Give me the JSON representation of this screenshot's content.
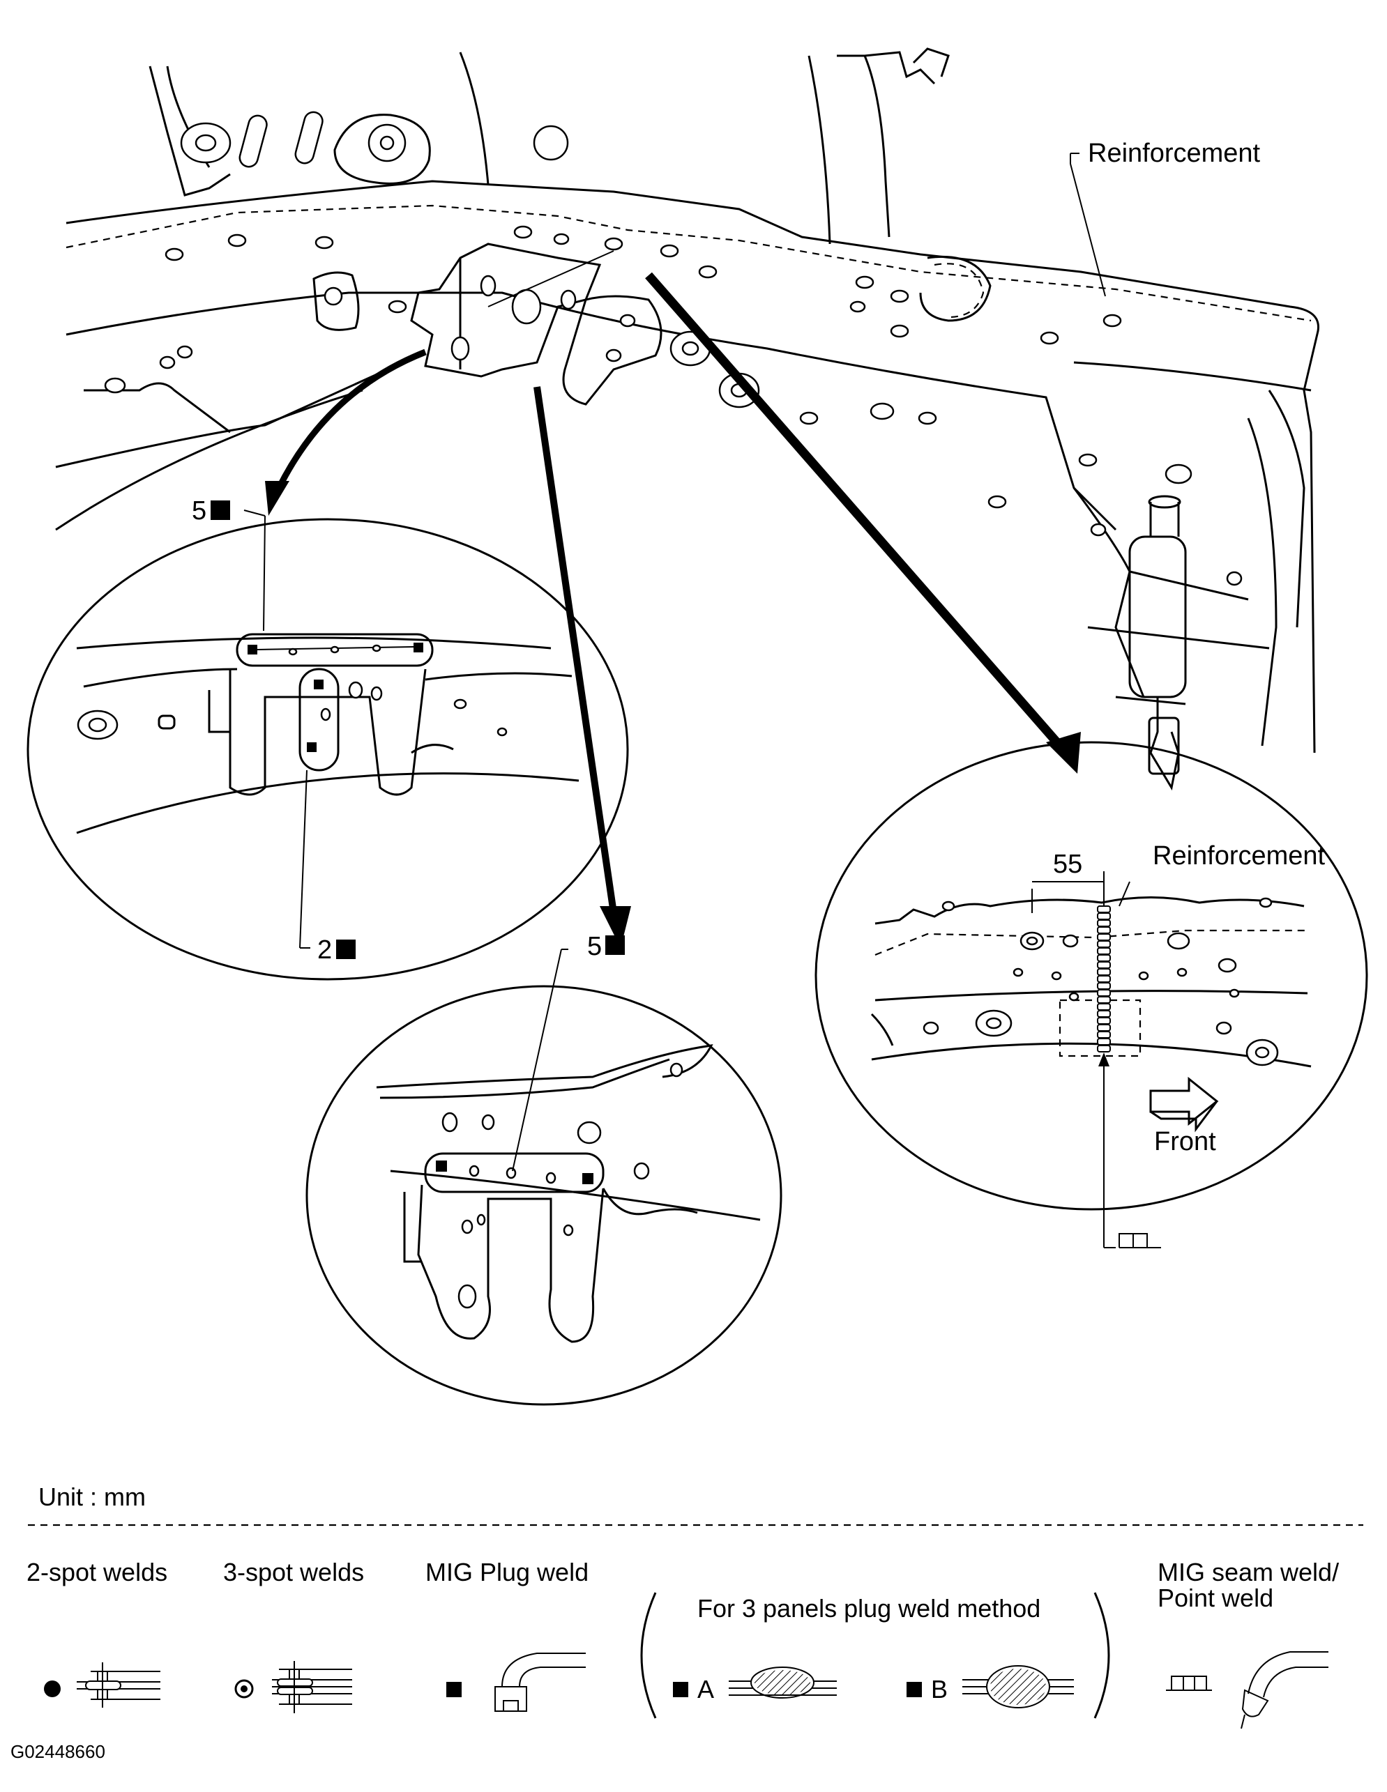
{
  "labels": {
    "reinforcement_main": "Reinforcement",
    "reinforcement_detail": "Reinforcement",
    "dimension_55": "55",
    "front": "Front",
    "callout_5_left": "5",
    "callout_2_left": "2",
    "callout_5_center": "5"
  },
  "legend": {
    "unit": "Unit : mm",
    "two_spot": "2-spot welds",
    "three_spot": "3-spot welds",
    "mig_plug": "MIG Plug weld",
    "three_panels": "For 3 panels plug weld method",
    "method_a": "A",
    "method_b": "B",
    "mig_seam_line1": "MIG seam weld/",
    "mig_seam_line2": "Point weld"
  },
  "figure_code": "G02448660"
}
